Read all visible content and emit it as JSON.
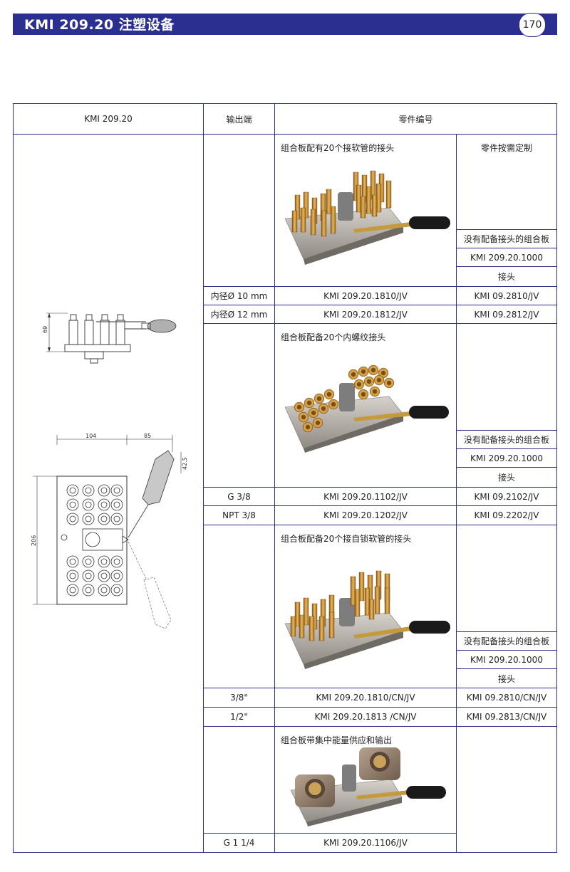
{
  "header": {
    "title": "KMI 209.20  注塑设备",
    "page": "170"
  },
  "table": {
    "col_headers": {
      "model": "KMI 209.20",
      "outlet": "输出端",
      "part_no": "零件编号"
    },
    "groups": [
      {
        "caption": "组合板配有20个接软管的接头",
        "custom_label": "零件按需定制",
        "plate_label": "没有配备接头的组合板",
        "plate_code": "KMI 209.20.1000",
        "fitting_label": "接头",
        "rows": [
          {
            "outlet": "内径Ø 10 mm",
            "part": "KMI 209.20.1810/JV",
            "fitting": "KMI 09.2810/JV"
          },
          {
            "outlet": "内径Ø 12 mm",
            "part": "KMI 209.20.1812/JV",
            "fitting": "KMI 09.2812/JV"
          }
        ]
      },
      {
        "caption": "组合板配备20个内螺纹接头",
        "plate_label": "没有配备接头的组合板",
        "plate_code": "KMI 209.20.1000",
        "fitting_label": "接头",
        "rows": [
          {
            "outlet": "G 3/8",
            "part": "KMI 209.20.1102/JV",
            "fitting": "KMI 09.2102/JV"
          },
          {
            "outlet": "NPT 3/8",
            "part": "KMI 209.20.1202/JV",
            "fitting": "KMI 09.2202/JV"
          }
        ]
      },
      {
        "caption": "组合板配备20个接自锁软管的接头",
        "plate_label": "没有配备接头的组合板",
        "plate_code": "KMI 209.20.1000",
        "fitting_label": "接头",
        "rows": [
          {
            "outlet": "3/8\"",
            "part": "KMI 209.20.1810/CN/JV",
            "fitting": "KMI 09.2810/CN/JV"
          },
          {
            "outlet": "1/2\"",
            "part": "KMI 209.20.1813 /CN/JV",
            "fitting": "KMI 09.2813/CN/JV"
          }
        ]
      },
      {
        "caption": "组合板带集中能量供应和输出",
        "rows": [
          {
            "outlet": "G 1 1/4",
            "part": "KMI 209.20.1106/JV"
          }
        ]
      }
    ]
  },
  "drawing": {
    "dim_height": "69",
    "dim_width": "104",
    "dim_handle": "85",
    "dim_offset": "42.5",
    "dim_length": "206"
  },
  "colors": {
    "brand": "#2b2f8f",
    "brass": "#c8963a",
    "steel": "#b8b4ad",
    "handle": "#1a1a1a"
  }
}
